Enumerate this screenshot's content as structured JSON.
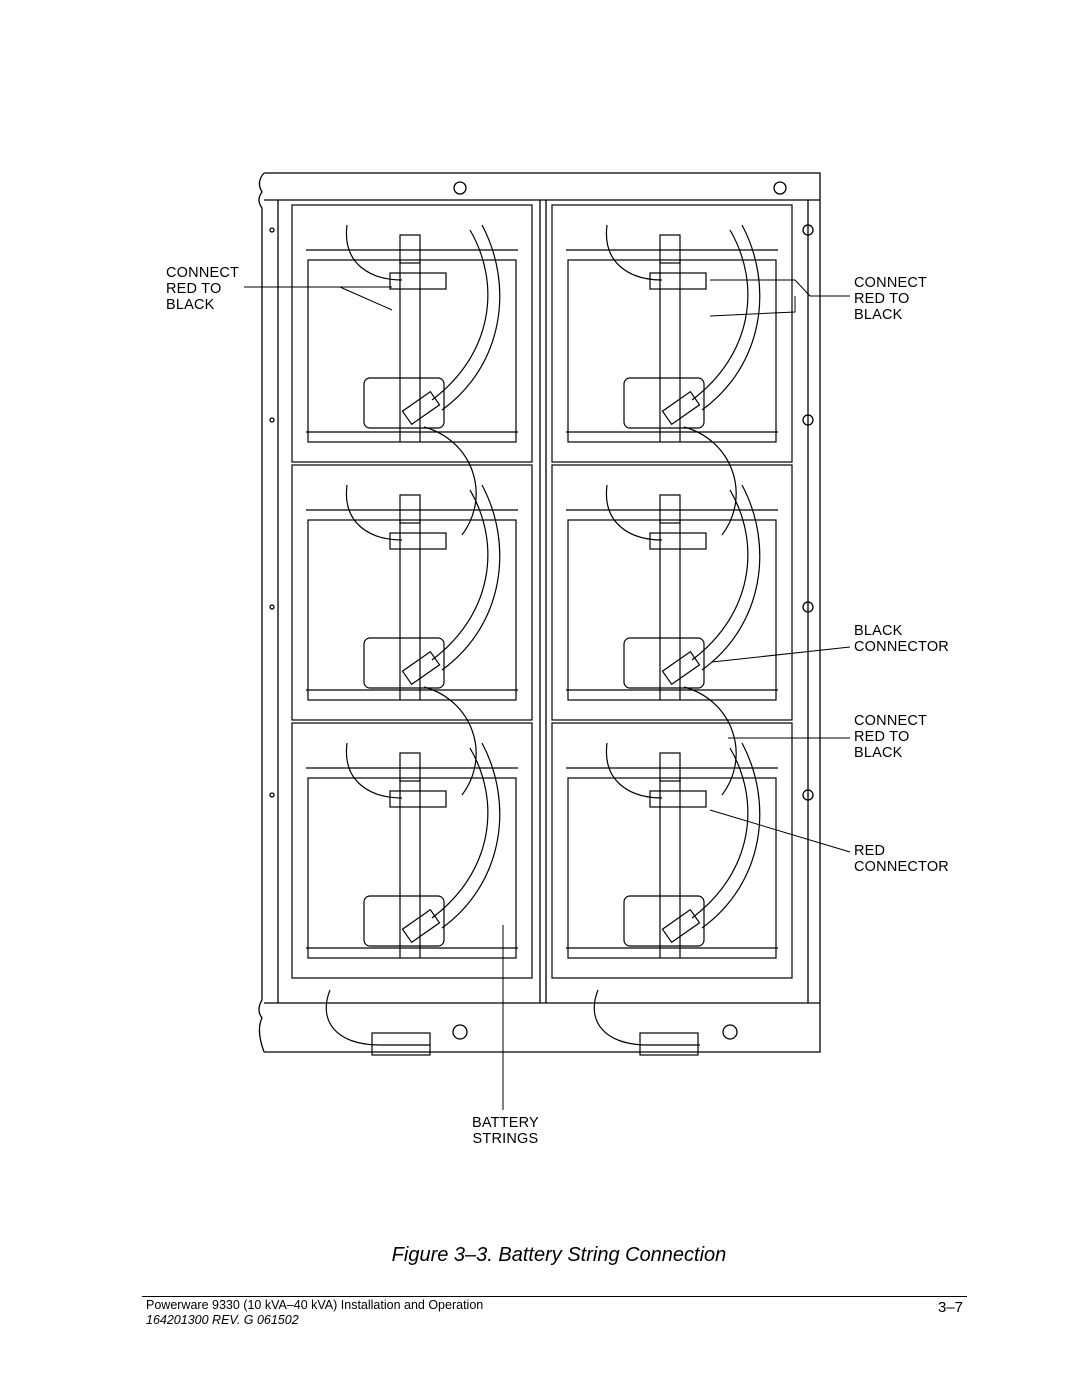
{
  "figure": {
    "caption": "Figure 3–3. Battery String Connection"
  },
  "callouts": {
    "connect_left": [
      "CONNECT",
      "RED TO",
      "BLACK"
    ],
    "connect_right_top": [
      "CONNECT",
      "RED TO",
      "BLACK"
    ],
    "black_connector": [
      "BLACK",
      "CONNECTOR"
    ],
    "connect_right_mid": [
      "CONNECT",
      "RED TO",
      "BLACK"
    ],
    "red_connector": [
      "RED",
      "CONNECTOR"
    ],
    "battery_strings": [
      "BATTERY",
      "STRINGS"
    ]
  },
  "footer": {
    "title": "Powerware 9330 (10 kVA–40 kVA) Installation and Operation",
    "doc_number": "164201300 REV. G   061502",
    "page_number": "3–7"
  }
}
